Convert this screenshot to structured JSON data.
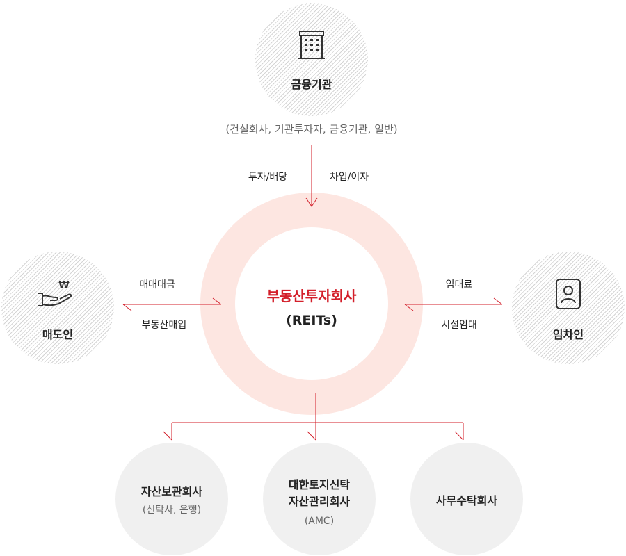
{
  "colors": {
    "accent": "#d31f2a",
    "ring": "#fde6e1",
    "node_fill": "#f0f0f0",
    "hatch": "#d4d4d4"
  },
  "center": {
    "title": "부동산투자회사",
    "subtitle": "(REITs)"
  },
  "top_node": {
    "title": "금융기관",
    "icon": "building-icon",
    "description": "(건설회사, 기관투자자, 금융기관, 일반)",
    "flow_in": "투자/배당",
    "flow_out": "차입/이자"
  },
  "left_node": {
    "title": "매도인",
    "icon": "hand-money-icon",
    "flow_top": "매매대금",
    "flow_bottom": "부동산매입"
  },
  "right_node": {
    "title": "임차인",
    "icon": "person-card-icon",
    "flow_top": "임대료",
    "flow_bottom": "시설임대"
  },
  "bottom_nodes": [
    {
      "line1": "자산보관회사",
      "sub": "(신탁사, 은행)"
    },
    {
      "line1": "대한토지신탁",
      "line2": "자산관리회사",
      "sub": "(AMC)"
    },
    {
      "line1": "사무수탁회사"
    }
  ]
}
